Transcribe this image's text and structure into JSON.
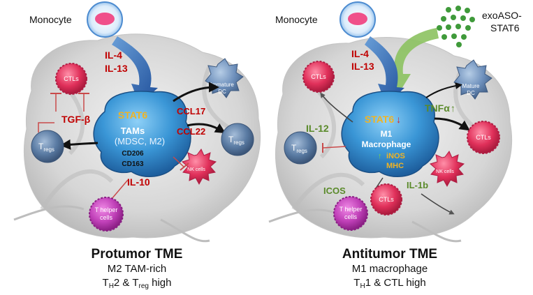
{
  "left": {
    "monocyte": "Monocyte",
    "il4": "IL-4",
    "il13": "IL-13",
    "ctls": "CTLs",
    "immature_dc_1": "Immature",
    "immature_dc_2": "DC",
    "tgfb": "TGF-β",
    "stat6": "STAT6",
    "tams": "TAMs",
    "mdsc_m2": "(MDSC, M2)",
    "cd206": "CD206",
    "cd163": "CD163",
    "ccl17": "CCL17",
    "ccl22": "CCL22",
    "tregs_t": "T",
    "tregs_sub": "regs",
    "nk_cells": "NK cells",
    "il10": "IL-10",
    "thelper_1": "T helper",
    "thelper_2": "cells",
    "title": "Protumor TME",
    "line1": "M2 TAM-rich",
    "line2_a": "T",
    "line2_b": "H",
    "line2_c": "2 & T",
    "line2_d": "reg",
    "line2_e": " high"
  },
  "right": {
    "monocyte": "Monocyte",
    "exo_1": "exoASO-",
    "exo_2": "STAT6",
    "il4": "IL-4",
    "il13": "IL-13",
    "ctls_top": "CTLs",
    "mature_dc_1": "Mature",
    "mature_dc_2": "DC",
    "stat6": "STAT6",
    "down_arrow": "↓",
    "m1": "M1",
    "macrophage": "Macrophage",
    "inos": "iNOS",
    "mhc": "MHC",
    "up_arrow": "↑",
    "il12": "IL-12",
    "tnfa": "TNFα",
    "tnf_arrow": "↑",
    "tregs_t": "T",
    "tregs_sub": "regs",
    "ctls_right": "CTLs",
    "nk_cells": "NK cells",
    "icos": "ICOS",
    "il1b": "IL-1b",
    "thelper_1": "T helper",
    "thelper_2": "cells",
    "ctls_bottom": "CTLs",
    "title": "Antitumor TME",
    "line1": "M1 macrophage",
    "line2_a": "T",
    "line2_b": "H",
    "line2_c": "1 & CTL high"
  },
  "colors": {
    "cytokine_red": "#c00000",
    "cytokine_green": "#5a8a2a",
    "stat6_gold": "#f0b323",
    "tam_blue": "#2b7cc4",
    "ctl_pink": "#e0305a",
    "treg_blue": "#4d6f96",
    "thelper_magenta": "#c040b8",
    "exo_green": "#3f9a3a"
  }
}
